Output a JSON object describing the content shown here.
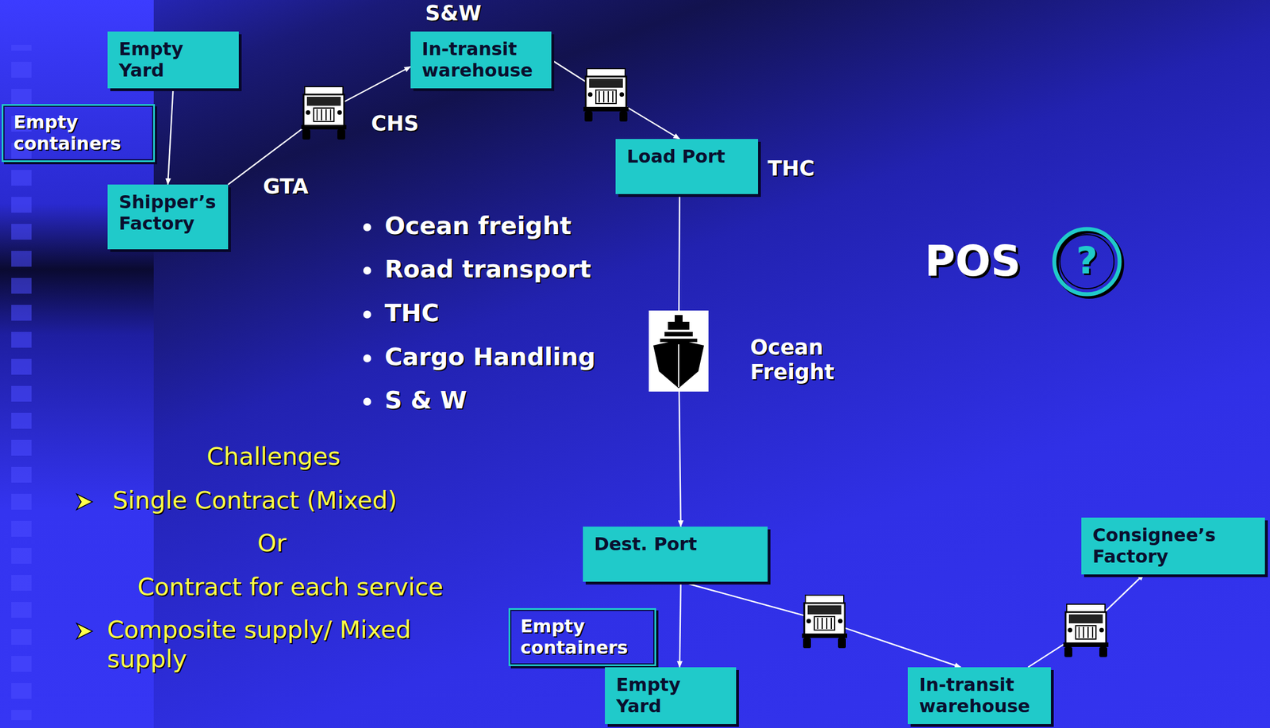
{
  "diagram": {
    "nodes": [
      {
        "text": [
          "Empty Yard"
        ]
      },
      {
        "text": [
          "Empty containers"
        ]
      },
      {
        "text": [
          "Shipper’s Factory"
        ]
      },
      {
        "text": [
          "In-transit warehouse"
        ]
      },
      {
        "text": [
          "Load Port"
        ]
      },
      {
        "text": [
          "Dest. Port"
        ]
      },
      {
        "text": [
          "Empty containers"
        ]
      },
      {
        "text": [
          "Empty Yard"
        ]
      },
      {
        "text": [
          "In-transit warehouse"
        ]
      },
      {
        "text": [
          "Consignee’s Factory"
        ]
      }
    ],
    "edges": [
      {
        "from": 0,
        "to": 2,
        "arrow": "to"
      },
      {
        "from": 2,
        "to": 3,
        "arrow": "to"
      },
      {
        "from": 3,
        "to": 4,
        "arrow": "to"
      },
      {
        "from": 4,
        "to": 5,
        "arrow": "to"
      },
      {
        "from": 5,
        "to": 7,
        "arrow": "to"
      },
      {
        "from": 5,
        "to": 8,
        "arrow": "to"
      },
      {
        "from": 8,
        "to": 9,
        "arrow": "to"
      }
    ],
    "labels": [
      "S&W",
      "CHS",
      "GTA",
      "THC",
      "Ocean Freight",
      "Ocean freight",
      "Road transport",
      "THC",
      "Cargo Handling",
      "S & W",
      "POS",
      "?",
      "Challenges",
      "Single Contract (Mixed)",
      "Or",
      "Contract for each service",
      "Composite supply/ Mixed supply"
    ]
  }
}
